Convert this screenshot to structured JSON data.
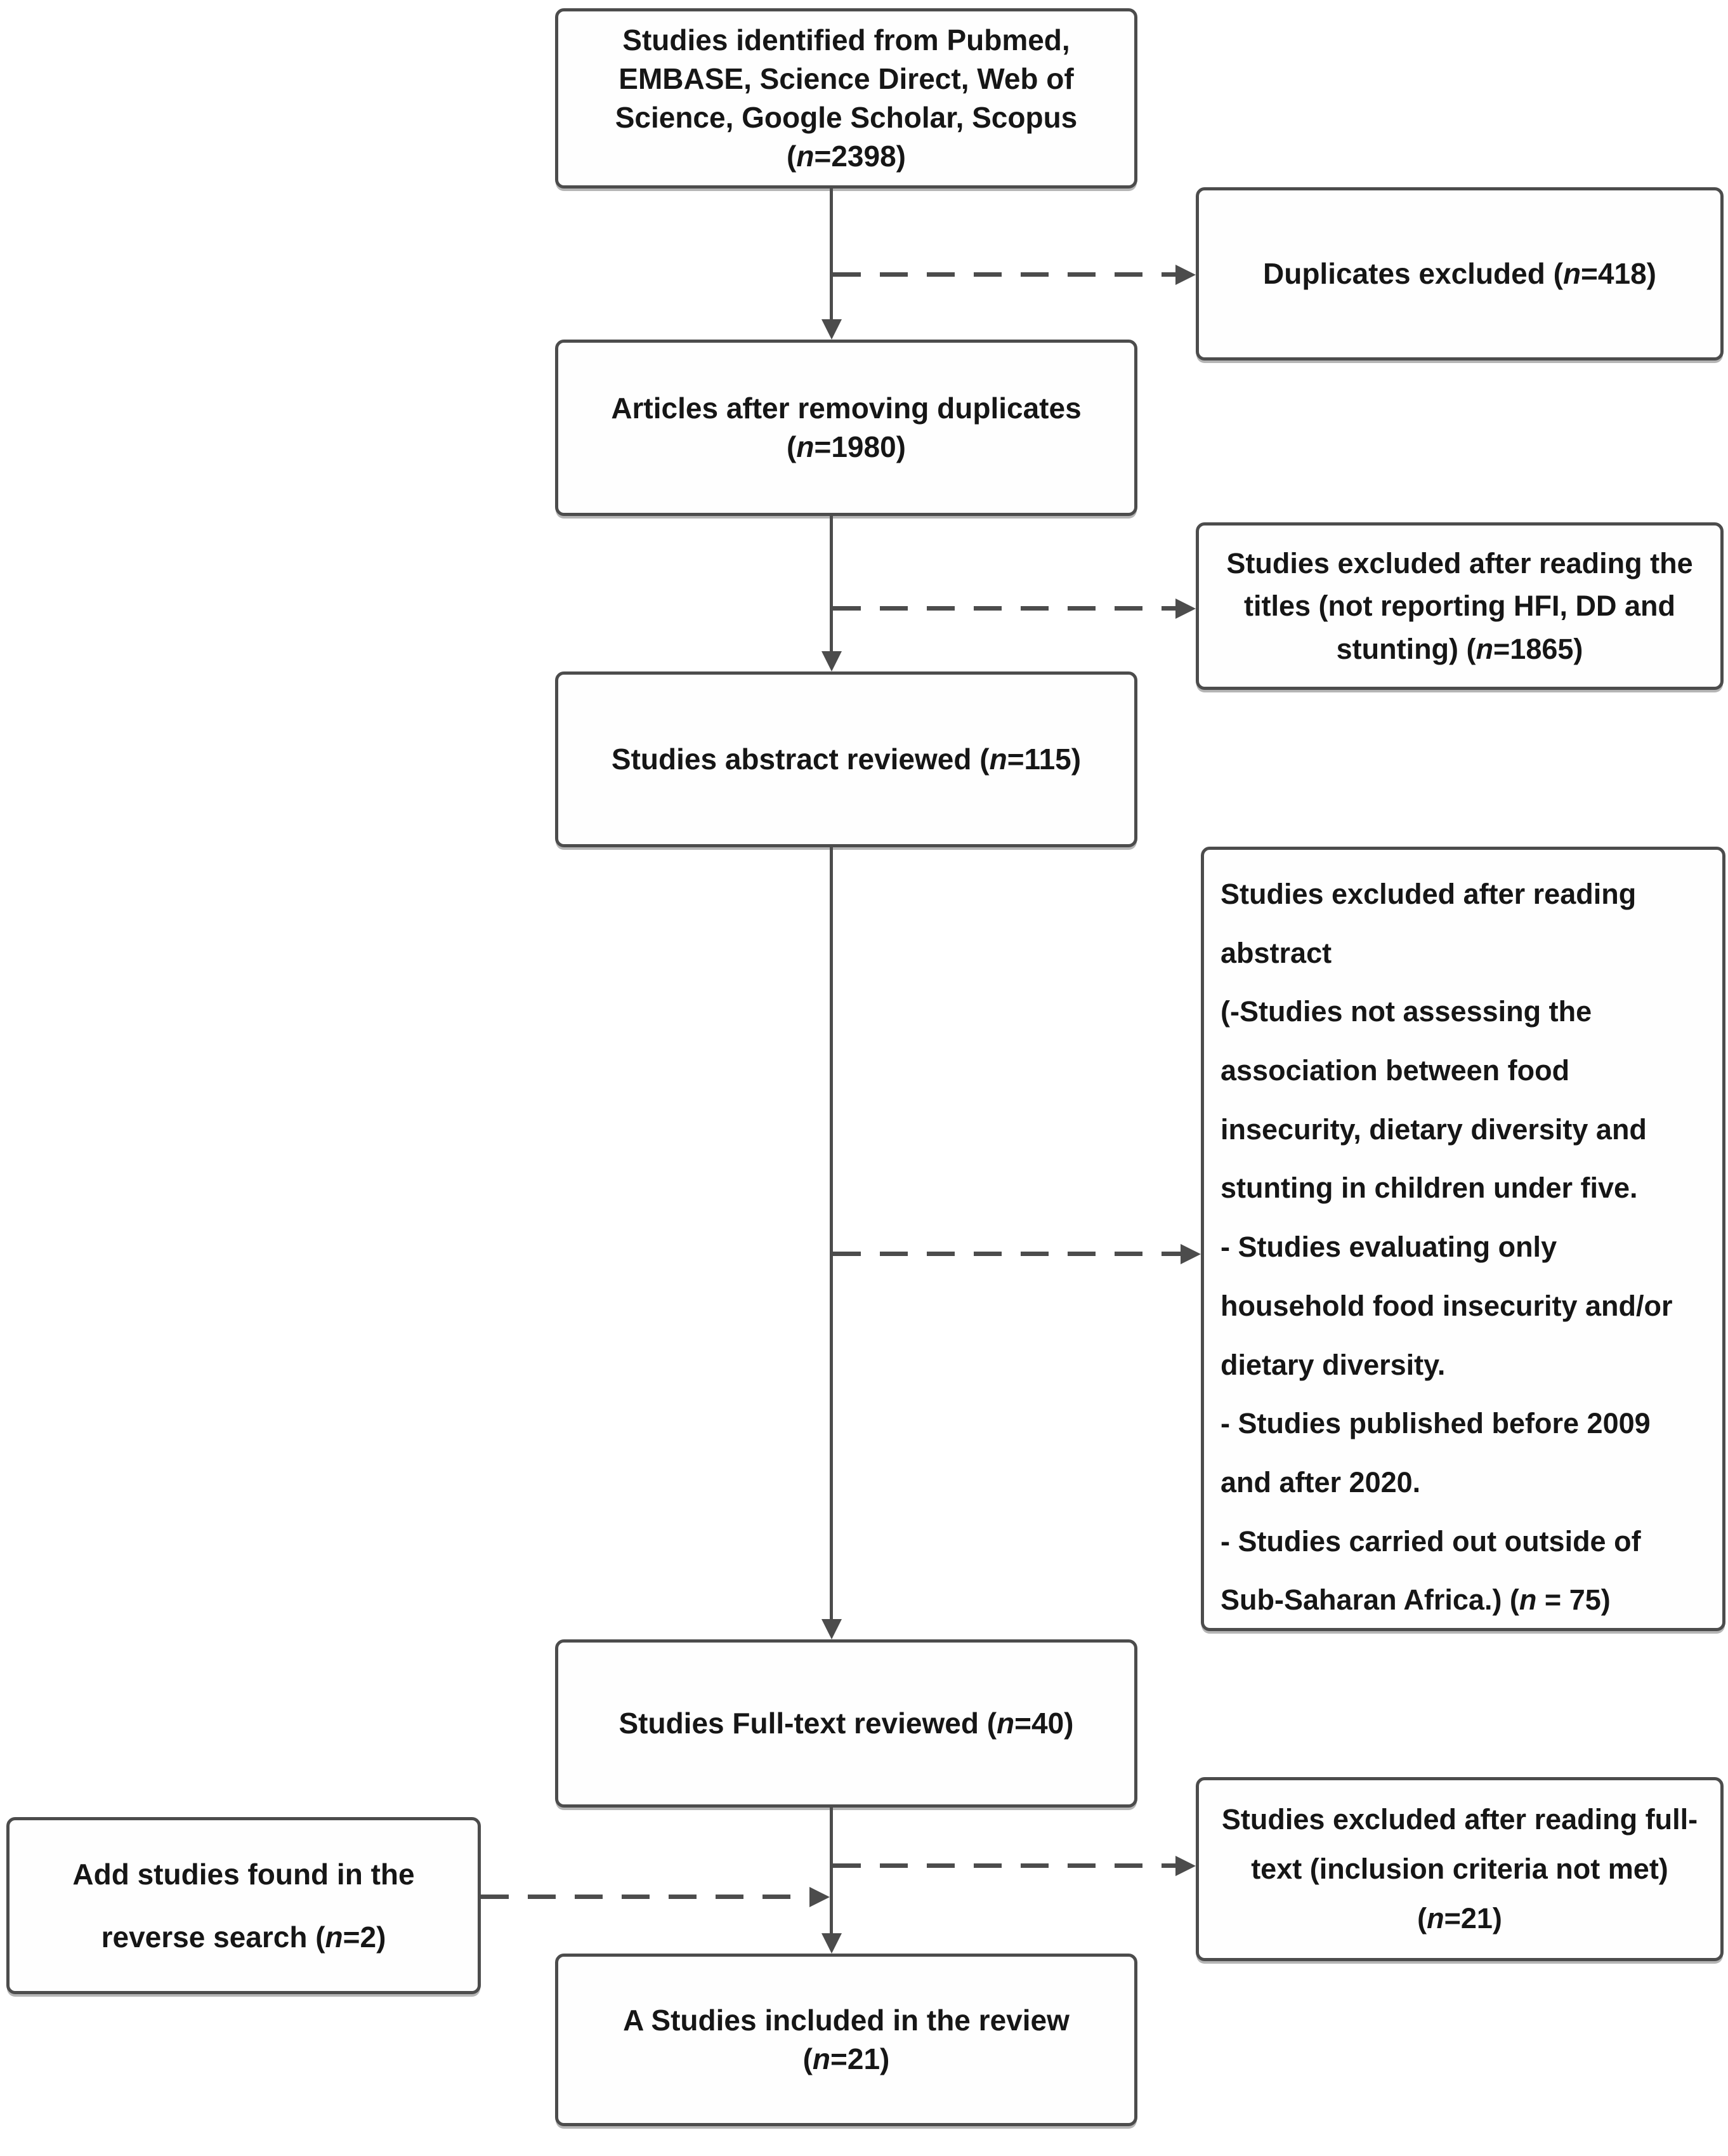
{
  "boxes": {
    "identified": {
      "pre": "Studies identified from Pubmed, EMBASE, Science Direct, Web of Science, Google Scholar, Scopus (",
      "n": "n",
      "post": "=2398)"
    },
    "duplicates_excluded": {
      "pre": "Duplicates excluded (",
      "n": "n",
      "post": "=418)"
    },
    "after_duplicates": {
      "pre": "Articles after removing duplicates (",
      "n": "n",
      "post": "=1980)"
    },
    "titles_excluded": {
      "pre": "Studies excluded after reading the titles (not reporting HFI, DD and stunting) (",
      "n": "n",
      "post": "=1865)"
    },
    "abstract_reviewed": {
      "pre": "Studies abstract reviewed (",
      "n": "n",
      "post": "=115)"
    },
    "abstract_excluded": {
      "lines": [
        "Studies excluded after reading abstract",
        "(-Studies not assessing the association between food insecurity, dietary diversity and stunting in children under five.",
        "- Studies evaluating only household food insecurity and/or dietary diversity.",
        "- Studies published before 2009 and after 2020."
      ],
      "last": {
        "pre": "- Studies carried out outside of Sub-Saharan Africa.) (",
        "n": "n",
        "post": " = 75)"
      }
    },
    "fulltext_reviewed": {
      "pre": "Studies Full-text reviewed (",
      "n": "n",
      "post": "=40)"
    },
    "fulltext_excluded": {
      "line1": "Studies excluded after reading full-text (inclusion criteria not met)",
      "pre": "(",
      "n": "n",
      "post": "=21)"
    },
    "reverse_search": {
      "pre": "Add studies found in the reverse search (",
      "n": "n",
      "post": "=2)"
    },
    "included": {
      "pre": "A Studies included in the review (",
      "n": "n",
      "post": "=21)"
    }
  },
  "colors": {
    "line": "#4c4c4c",
    "text": "#161616",
    "background": "#ffffff"
  }
}
